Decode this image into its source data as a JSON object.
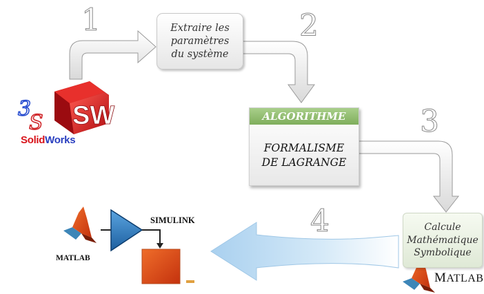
{
  "steps": [
    "1",
    "2",
    "3",
    "4"
  ],
  "box_extract": {
    "text": "Extraire les\nparamètres\ndu système"
  },
  "box_algorithm": {
    "header": "ALGORITHME",
    "body": "FORMALISME\nDE LAGRANGE"
  },
  "box_calcul": {
    "text": "Calcule\nMathématique\nSymbolique"
  },
  "solidworks": {
    "brand_bold": "Solid",
    "brand_rest": "Works",
    "letters": "SW"
  },
  "matlab_left": {
    "label": "MATLAB"
  },
  "simulink": {
    "label": "SIMULINK"
  },
  "matlab_right": {
    "label_first": "M",
    "label_rest": "ATLAB"
  },
  "colors": {
    "algo_header": "#8dbb6a",
    "solidworks_red": "#d8141b",
    "simulink_blue": "#2f7fc9",
    "arrow_blue": "#bcdcf2"
  }
}
